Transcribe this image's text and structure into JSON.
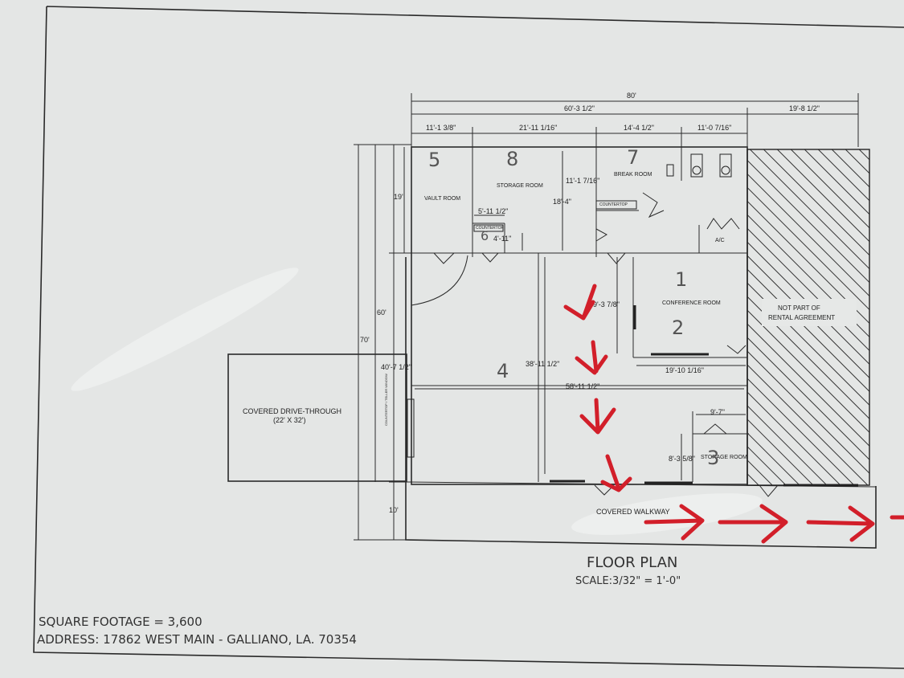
{
  "sheet": {
    "title": "FLOOR PLAN",
    "scale": "SCALE:3/32\" = 1'-0\"",
    "square_footage": "SQUARE FOOTAGE = 3,600",
    "address": "ADDRESS: 17862 WEST MAIN - GALLIANO, LA. 70354"
  },
  "rooms": {
    "vault": "VAULT ROOM",
    "storage": "STORAGE ROOM",
    "break": "BREAK ROOM",
    "countertop_break": "COUNTERTOP",
    "countertop_small": "COUNTERTOP",
    "ac": "A/C",
    "conference": "CONFERENCE ROOM",
    "not_part_1": "NOT PART OF",
    "not_part_2": "RENTAL AGREEMENT",
    "storage_small": "STORAGE ROOM",
    "drive_through_1": "COVERED DRIVE-THROUGH",
    "drive_through_2": "(22' X 32')",
    "walkway": "COVERED WALKWAY",
    "counter_vertical": "COUNTERTOP / TELLER WINDOW"
  },
  "dimensions": {
    "overall": "80'",
    "front": "60'-3 1/2\"",
    "right": "19'-8 1/2\"",
    "seg1": "11'-1 3/8\"",
    "seg2": "21'-11 1/16\"",
    "seg3": "14'-4 1/2\"",
    "seg4": "11'-0 7/16\"",
    "h70": "70'",
    "h60": "60'",
    "h19": "19'",
    "h10": "10'",
    "h40": "40'-7 1/2\"",
    "storage_h": "18'-4\"",
    "break_h": "11'-1 7/16\"",
    "six_w": "5'-11 1/2\"",
    "six_h": "4'-11\"",
    "lobby_w": "58'-11 1/2\"",
    "lobby_h": "38'-11 1/2\"",
    "conf_w": "19'-10 1/16\"",
    "conf_h": "9'-3 7/8\"",
    "storage_small_w": "9'-7\"",
    "storage_small_h": "8'-3 5/8\""
  },
  "handwritten": {
    "n1": "1",
    "n2": "2",
    "n3": "3",
    "n4": "4",
    "n5": "5",
    "n6": "6",
    "n7": "7",
    "n8": "8"
  },
  "colors": {
    "paper": "#e4e6e5",
    "ink": "#2a2a2a",
    "arrow": "#d21f2a"
  }
}
